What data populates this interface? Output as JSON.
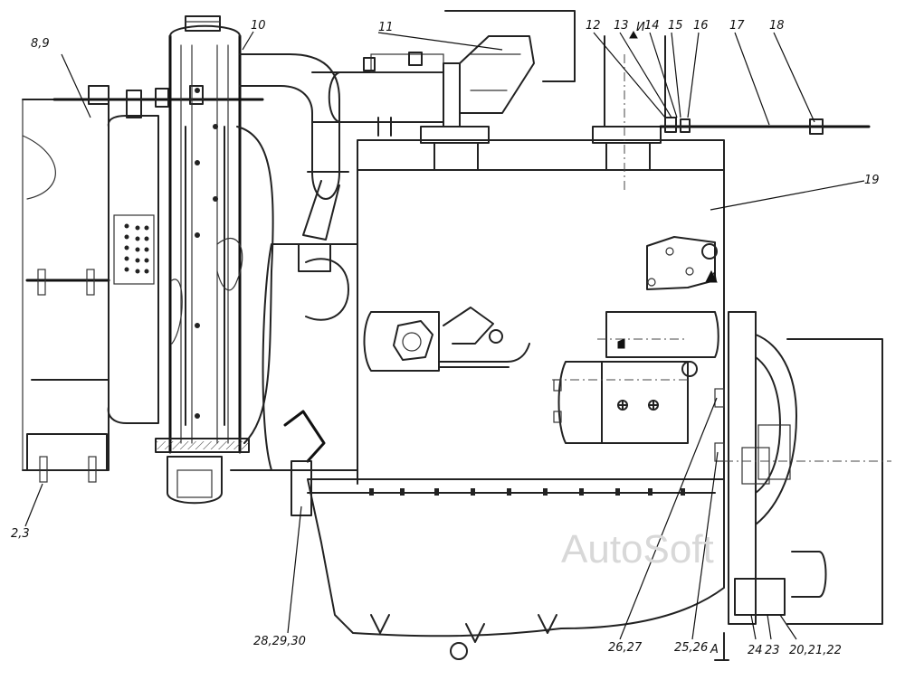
{
  "watermark": "AutoSoft",
  "section_marker": "А",
  "view_marker": "И",
  "callouts": {
    "c_8_9": "8,9",
    "c_10": "10",
    "c_11": "11",
    "c_12": "12",
    "c_13": "13",
    "c_14": "14",
    "c_15": "15",
    "c_16": "16",
    "c_17": "17",
    "c_18": "18",
    "c_19": "19",
    "c_2_3": "2,3",
    "c_28_29_30": "28,29,30",
    "c_26_27": "26,27",
    "c_25_26": "25,26",
    "c_24": "24",
    "c_23": "23",
    "c_20_21_22": "20,21,22"
  }
}
